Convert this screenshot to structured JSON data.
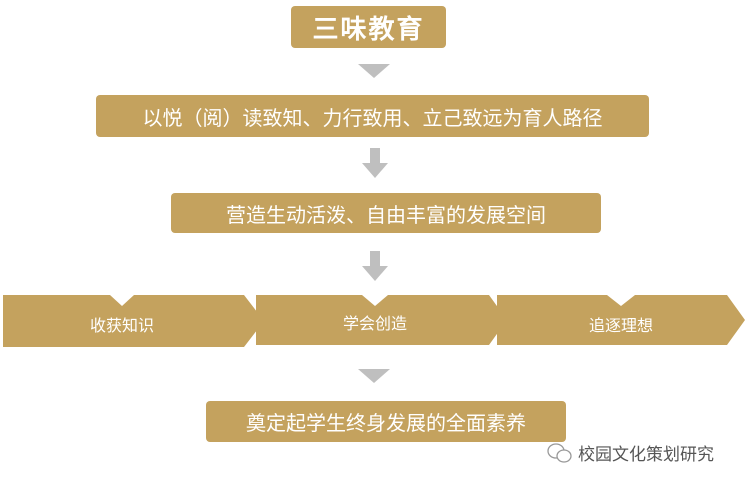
{
  "colors": {
    "accent": "#C4A25E",
    "arrow": "#BFBFBF"
  },
  "title": "三味教育",
  "level1": "以悦（阅）读致知、力行致用、立己致远为育人路径",
  "level2": "营造生动活泼、自由丰富的发展空间",
  "stages": [
    {
      "label": "收获知识"
    },
    {
      "label": "学会创造"
    },
    {
      "label": "追逐理想"
    }
  ],
  "level4": "奠定起学生终身发展的全面素养",
  "watermark": {
    "icon": "wechat-icon",
    "text": "校园文化策划研究"
  }
}
